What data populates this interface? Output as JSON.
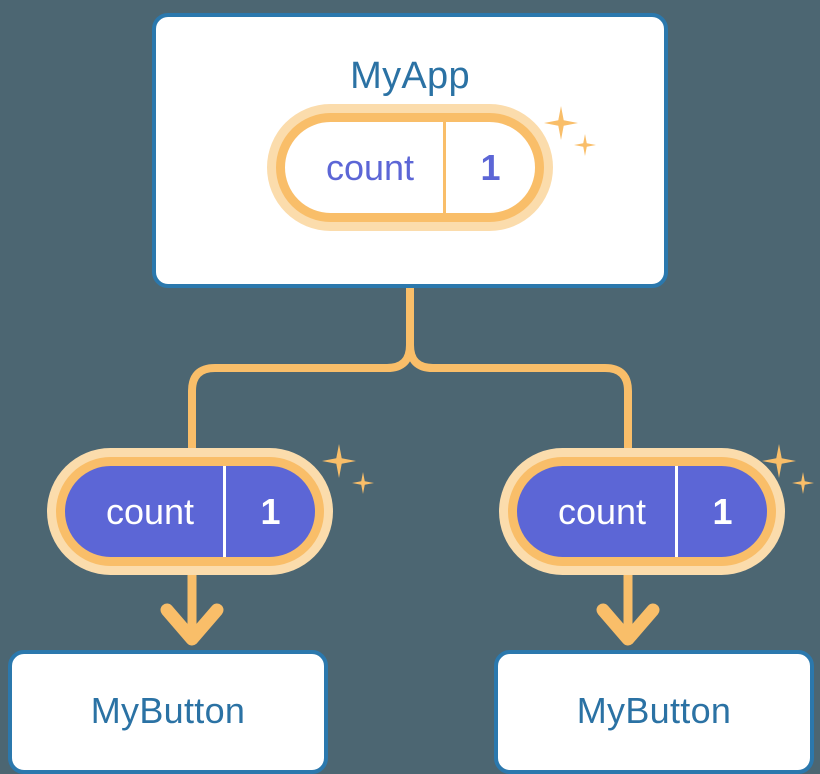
{
  "diagram": {
    "title": "MyApp",
    "background_color": "#4c6672",
    "accent_orange": "#f9be69",
    "accent_orange_light": "#fbdcac",
    "accent_blue": "#2b78ad",
    "accent_purple": "#5c66d6"
  },
  "app": {
    "label": "MyApp",
    "state": {
      "name": "count",
      "value": "1"
    }
  },
  "consumers": [
    {
      "state": {
        "name": "count",
        "value": "1"
      },
      "button": {
        "label": "MyButton"
      }
    },
    {
      "state": {
        "name": "count",
        "value": "1"
      },
      "button": {
        "label": "MyButton"
      }
    }
  ],
  "icons": {
    "sparkle_large": "sparkle-icon",
    "sparkle_small": "sparkle-icon",
    "arrow": "arrow-down-icon"
  }
}
